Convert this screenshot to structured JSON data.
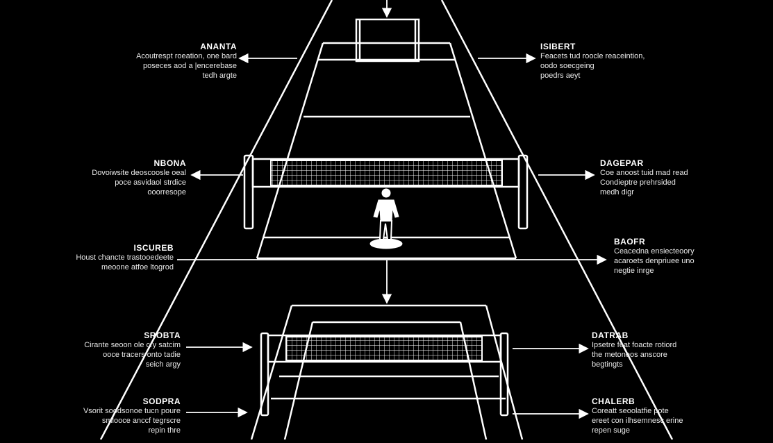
{
  "colors": {
    "background": "#000000",
    "line": "#ffffff"
  },
  "labels": {
    "left": [
      {
        "title": "ANANTA",
        "body": "Acoutrespt roeation, one bard\nposeces aod a |encerebase\ntedh argte"
      },
      {
        "title": "NBONA",
        "body": "Dovoiwsite deoscoosle oeal\npoce asvidaol strdice\nooorresope"
      },
      {
        "title": "ISCUREB",
        "body": "Houst chancte trastooedeete\nmeoone atfoe ltogrod"
      },
      {
        "title": "SROBTA",
        "body": "Cirante seoon ole cry satcim\nooce tracers onto tadie\nseich argy"
      },
      {
        "title": "SODPRA",
        "body": "Vsorit soodsonoe tucn poure\nsmlooce anccf tegrscre\nrepin thre"
      }
    ],
    "right": [
      {
        "title": "ISIBERT",
        "body": "Feacets tud roocle reaceintion,\noodo soecgeing\npoedrs aeyt"
      },
      {
        "title": "DAGEPAR",
        "body": "Coe anoost tuid mad read\nCondieptre prehrsided\nmedh digr"
      },
      {
        "title": "BAOFR",
        "body": "Ceacedna ensiecteoory\nacaroets denpriuee uno\nnegtie inrge"
      },
      {
        "title": "DATRAB",
        "body": "Ipsetre feat foacte rotiord\nthe metonoos anscore\nbegtingts"
      },
      {
        "title": "CHALERB",
        "body": "Coreatt seoolatfie pote\nereet con ilhsemnesc erine\nrepen suge"
      }
    ]
  }
}
